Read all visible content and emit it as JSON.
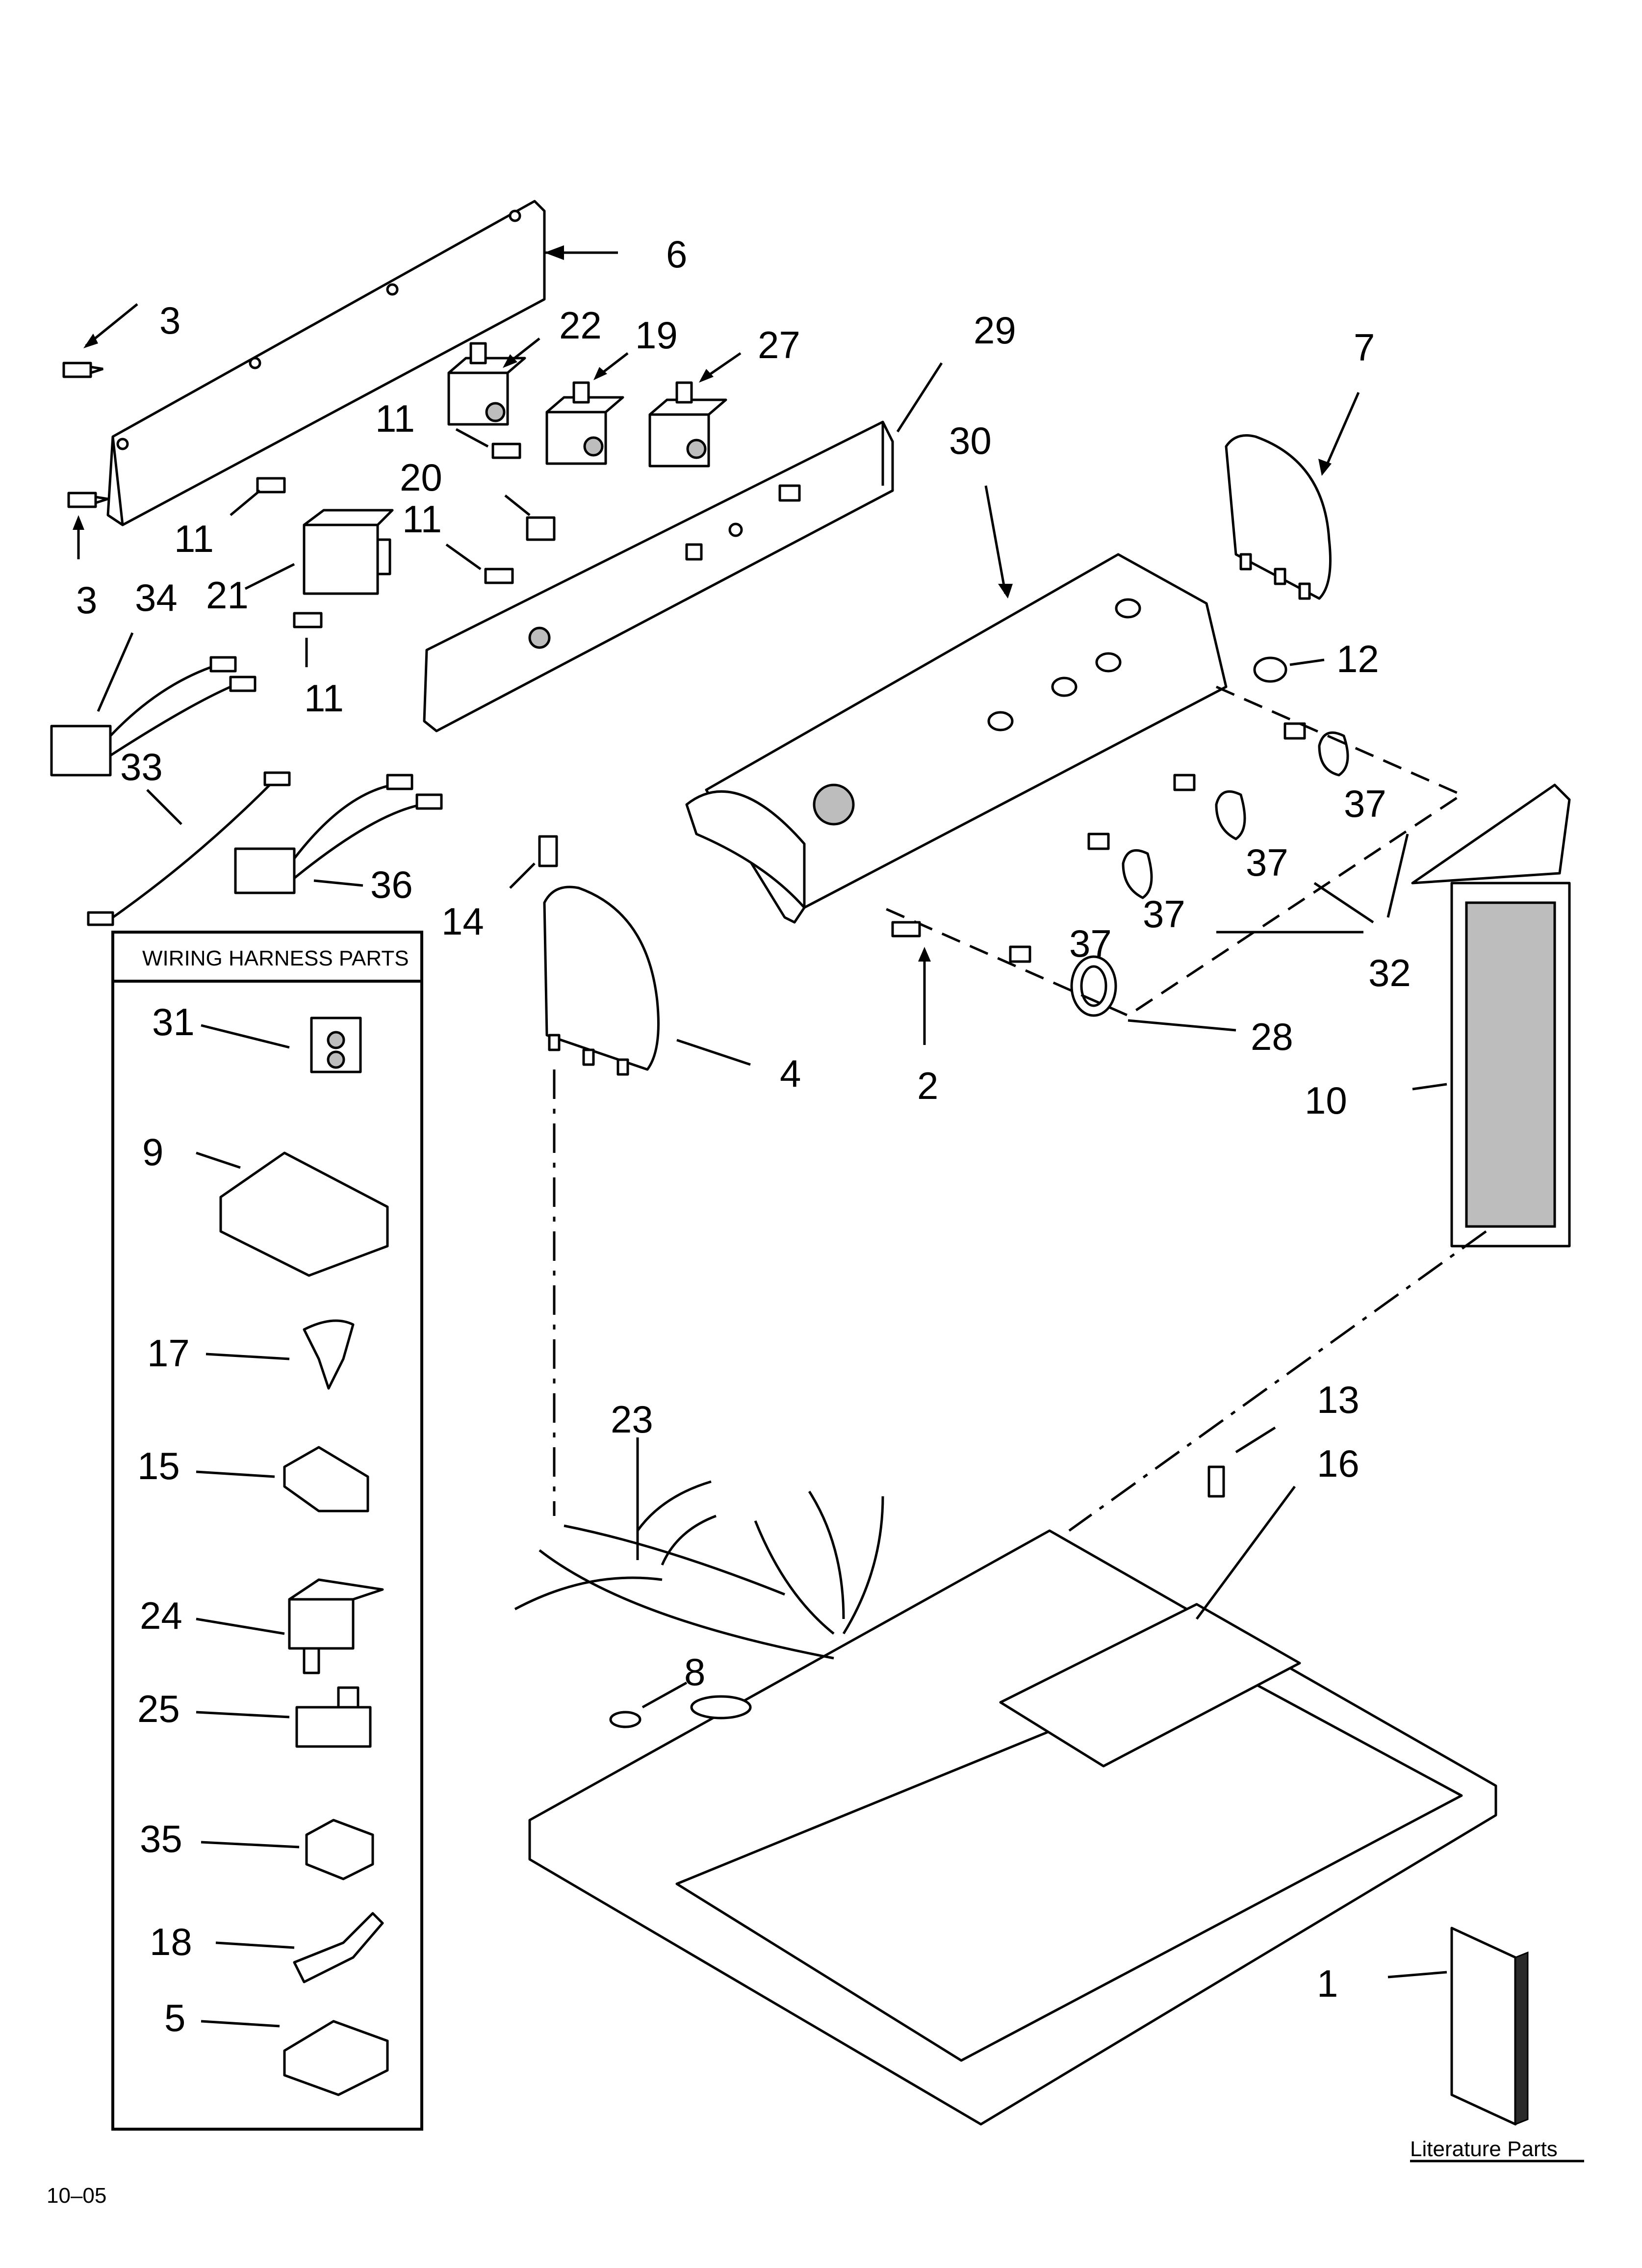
{
  "labels": {
    "p1": "1",
    "p2": "2",
    "p3a": "3",
    "p3b": "3",
    "p4": "4",
    "p5": "5",
    "p6": "6",
    "p7": "7",
    "p8": "8",
    "p9": "9",
    "p10": "10",
    "p11a": "11",
    "p11b": "11",
    "p11c": "11",
    "p11d": "11",
    "p12": "12",
    "p13": "13",
    "p14": "14",
    "p15": "15",
    "p16": "16",
    "p17": "17",
    "p18": "18",
    "p19": "19",
    "p20": "20",
    "p21": "21",
    "p22": "22",
    "p23": "23",
    "p24": "24",
    "p25": "25",
    "p27": "27",
    "p28": "28",
    "p29": "29",
    "p30": "30",
    "p31": "31",
    "p32": "32",
    "p33": "33",
    "p34": "34",
    "p35": "35",
    "p36": "36",
    "p37a": "37",
    "p37b": "37",
    "p37c": "37",
    "p37d": "37"
  },
  "wiring_box_title": "WIRING HARNESS PARTS",
  "literature_label": "Literature Parts",
  "footer_code": "10–05"
}
